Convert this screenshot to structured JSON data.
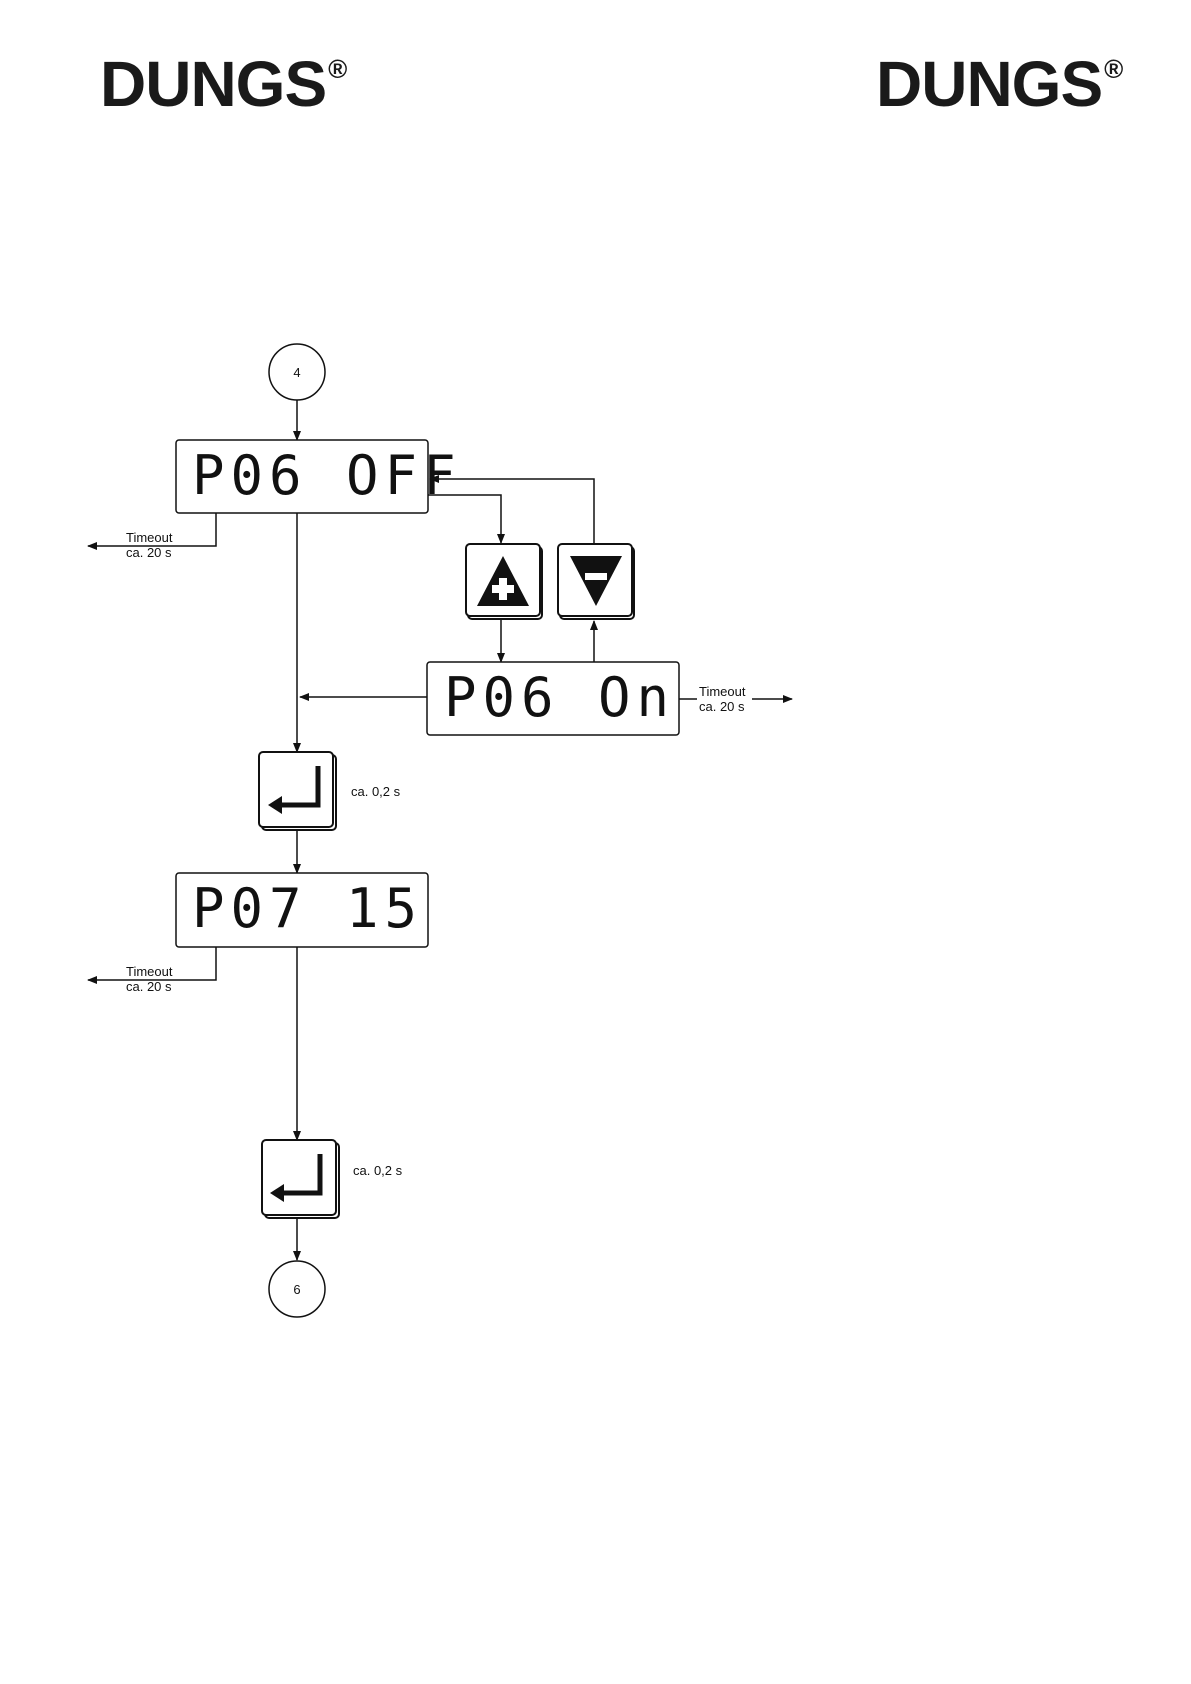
{
  "header": {
    "logo_left": "DUNGS",
    "logo_right": "DUNGS",
    "registered": "®"
  },
  "flow": {
    "start_node": "4",
    "end_node": "6",
    "display_p06_off": "P06 OFF",
    "display_p06_on": "P06 On",
    "display_p07": "P07  15",
    "timeout_label_1": "Timeout",
    "timeout_value_1": "ca. 20 s",
    "timeout_label_2": "Timeout",
    "timeout_value_2": "ca. 20 s",
    "timeout_label_3": "Timeout",
    "timeout_value_3": "ca. 20 s",
    "enter_duration_1": "ca. 0,2 s",
    "enter_duration_2": "ca. 0,2 s",
    "icons": [
      "plus-key-icon",
      "minus-key-icon",
      "enter-key-icon"
    ]
  }
}
